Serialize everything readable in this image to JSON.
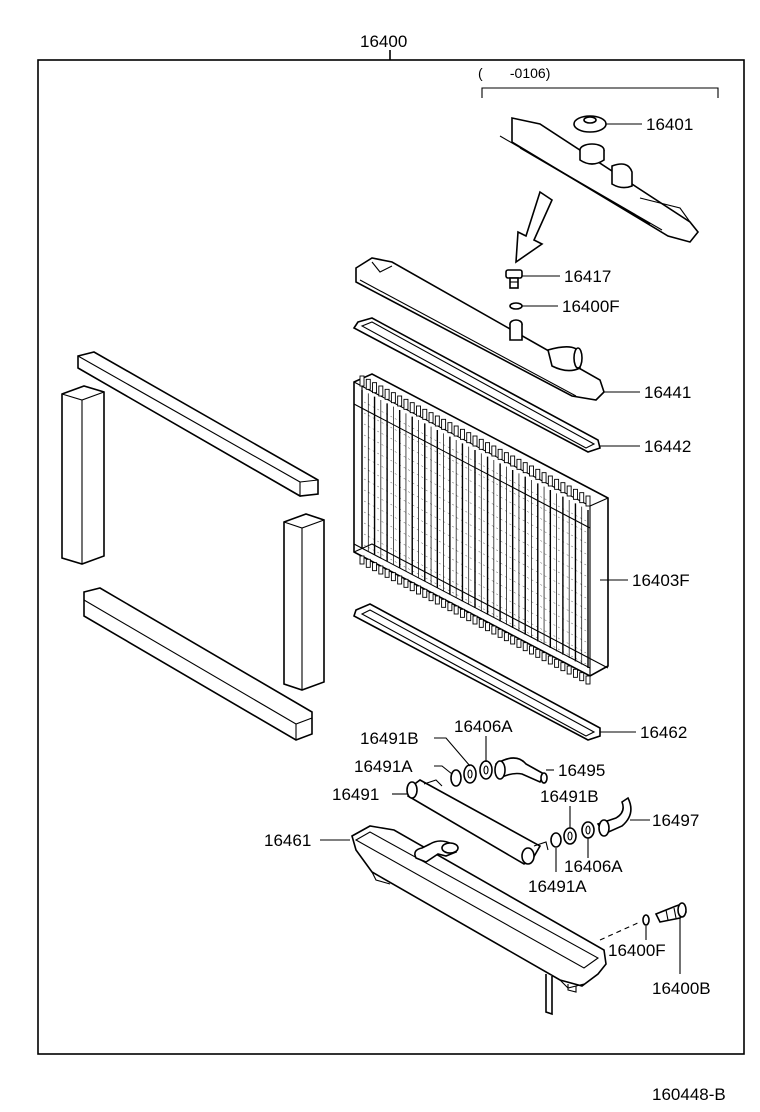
{
  "diagram": {
    "assembly_label": "16400",
    "date_note": "(       -0106)",
    "figure_code": "160448-B",
    "callouts": {
      "c16401": "16401",
      "c16417": "16417",
      "c16400F_top": "16400F",
      "c16441": "16441",
      "c16442": "16442",
      "c16403F": "16403F",
      "c16462": "16462",
      "c16491B_a": "16491B",
      "c16406A_a": "16406A",
      "c16491A_a": "16491A",
      "c16495": "16495",
      "c16491": "16491",
      "c16491B_b": "16491B",
      "c16497": "16497",
      "c16461": "16461",
      "c16406A_b": "16406A",
      "c16491A_b": "16491A",
      "c16400F_bottom": "16400F",
      "c16400B": "16400B"
    }
  }
}
